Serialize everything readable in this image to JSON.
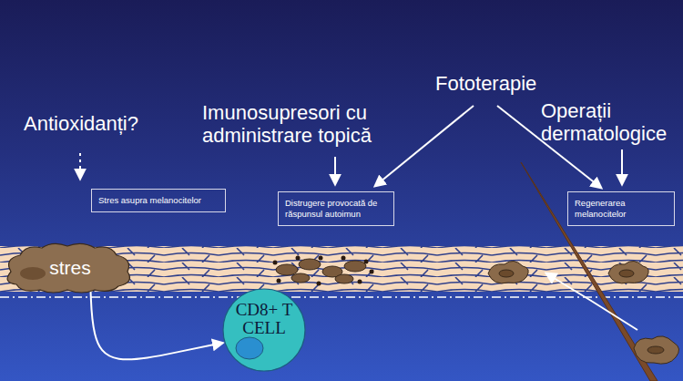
{
  "diagram": {
    "nodes": [
      {
        "text": [
          "Stres asupra melanocitelor"
        ]
      },
      {
        "text": [
          "Distrugere provocată de răspunsul autoimun"
        ]
      },
      {
        "text": [
          "Regenerarea melanocitelor"
        ]
      },
      {
        "text": [
          "stres"
        ]
      },
      {
        "text": [
          "CD8+ T CELL"
        ]
      }
    ],
    "edges": [
      {
        "from": 3,
        "to": 4,
        "arrow": "to"
      }
    ],
    "labels": [
      "Antioxidanți?",
      "Imunosupresori cu administrare topică",
      "Fototerapie",
      "Operații dermatologice"
    ]
  }
}
